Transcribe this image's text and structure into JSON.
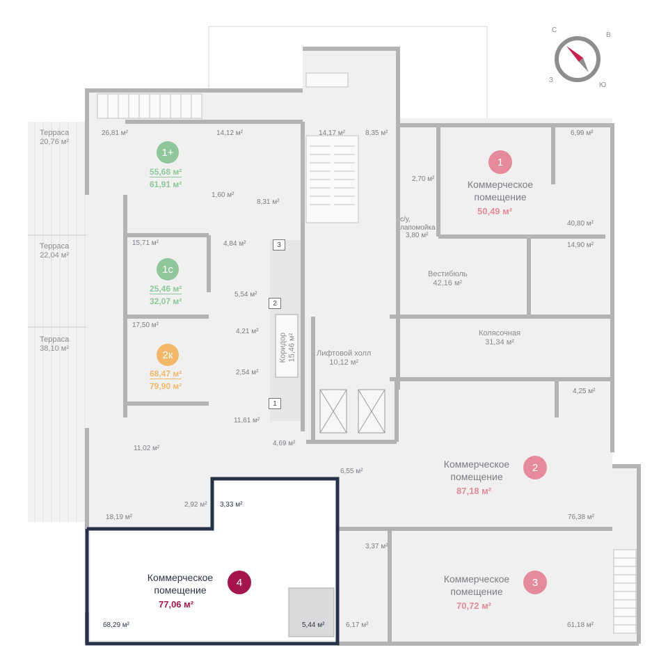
{
  "compass": {
    "n": "С",
    "e": "В",
    "w": "З",
    "s": "Ю"
  },
  "terraces": [
    {
      "name": "Терраса",
      "area": "20,76 м²"
    },
    {
      "name": "Терраса",
      "area": "22,04 м²"
    },
    {
      "name": "Терраса",
      "area": "38,10 м²"
    }
  ],
  "apartments": [
    {
      "type": "1+",
      "living": "55,68 м²",
      "total": "61,91 м²",
      "color": "#8fc79a"
    },
    {
      "type": "1с",
      "living": "25,46 м²",
      "total": "32,07 м²",
      "color": "#8fc79a"
    },
    {
      "type": "2к",
      "living": "68,47 м²",
      "total": "79,90 м²",
      "color": "#f2b769"
    }
  ],
  "commercial": [
    {
      "number": "1",
      "title_line1": "Коммерческое",
      "title_line2": "помещение",
      "area": "50,49 м²",
      "color": "#e48a9a"
    },
    {
      "number": "2",
      "title_line1": "Коммерческое",
      "title_line2": "помещение",
      "area": "87,18 м²",
      "color": "#e48a9a"
    },
    {
      "number": "3",
      "title_line1": "Коммерческое",
      "title_line2": "помещение",
      "area": "70,72 м²",
      "color": "#e48a9a"
    },
    {
      "number": "4",
      "title_line1": "Коммерческое",
      "title_line2": "помещение",
      "area": "77,06 м²",
      "color": "#a3154c"
    }
  ],
  "public_rooms": {
    "vestibule": {
      "name": "Вестибюль",
      "area": "42,16 м²"
    },
    "strollers": {
      "name": "Колясочная",
      "area": "31,34 м²"
    },
    "elevator_hall": {
      "name": "Лифтовой холл",
      "area": "10,12 м²"
    },
    "corridor": {
      "name": "Коридор",
      "area": "15,46 м²"
    },
    "wc": {
      "line1": "с/у,",
      "line2": "лапомойка",
      "area": "3,80 м²"
    }
  },
  "stair_markers": [
    "3",
    "2",
    "1"
  ],
  "room_areas": {
    "r2681": "26,81 м²",
    "r1412": "14,12 м²",
    "r1417": "14,17 м²",
    "r835": "8,35 м²",
    "r699": "6,99 м²",
    "r270": "2,70 м²",
    "r160": "1,60 м²",
    "r831": "8,31 м²",
    "r4080": "40,80 м²",
    "r1571": "15,71 м²",
    "r484": "4,84 м²",
    "r1490": "14,90 м²",
    "r554": "5,54 м²",
    "r1750": "17,50 м²",
    "r421": "4,21 м²",
    "r254": "2,54 м²",
    "r425": "4,25 м²",
    "r1161": "11,61 м²",
    "r1102": "11,02 м²",
    "r469": "4,69 м²",
    "r655": "6,55 м²",
    "r292": "2,92 м²",
    "r333": "3,33 м²",
    "r1819": "18,19 м²",
    "r7638": "76,38 м²",
    "r337": "3,37 м²",
    "r6829": "68,29 м²",
    "r544": "5,44 м²",
    "r617": "6,17 м²",
    "r6118": "61,18 м²"
  }
}
